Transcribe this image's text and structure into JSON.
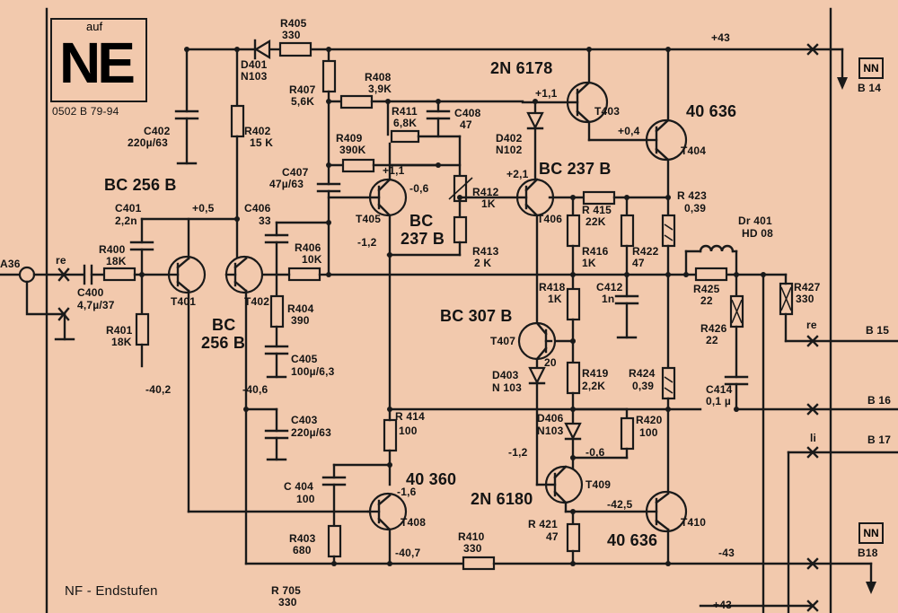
{
  "header": {
    "brand_main": "NE",
    "brand_sub": "auf",
    "doc_number": "0502 B 79-94",
    "section_title": "NF - Endstufen"
  },
  "connectors": [
    {
      "id": "b14",
      "box": "NN",
      "label": "B 14"
    },
    {
      "id": "b15",
      "label": "B 15"
    },
    {
      "id": "b16",
      "label": "B 16"
    },
    {
      "id": "b17",
      "label": "B 17"
    },
    {
      "id": "b18",
      "box": "NN",
      "label": "B18"
    },
    {
      "id": "a36",
      "label": "A36"
    }
  ],
  "rails": {
    "top_voltage": "+43",
    "bottom_voltage": "-43",
    "bottom_voltage_2": "+43",
    "re_label": "re",
    "re_label_2": "re",
    "li_label": "li"
  },
  "transistors": [
    {
      "ref": "T401",
      "type": "BC 256 B"
    },
    {
      "ref": "T402",
      "type_line1": "BC",
      "type_line2": "256 B"
    },
    {
      "ref": "T403",
      "type": "2N 6178"
    },
    {
      "ref": "T404",
      "type": "40 636"
    },
    {
      "ref": "T405",
      "type_line1": "BC",
      "type_line2": "237 B"
    },
    {
      "ref": "T406",
      "type": "BC 237 B"
    },
    {
      "ref": "T407",
      "type": "BC 307 B"
    },
    {
      "ref": "T408",
      "type": "40 360"
    },
    {
      "ref": "T409",
      "type": "2N 6180"
    },
    {
      "ref": "T410",
      "type": "40 636"
    }
  ],
  "components": {
    "r405": {
      "ref": "R405",
      "value": "330"
    },
    "d401": {
      "ref": "D401",
      "value": "N103"
    },
    "c402": {
      "ref": "C402",
      "value": "220µ/63"
    },
    "r402": {
      "ref": "R402",
      "value": "15 K"
    },
    "r407": {
      "ref": "R407",
      "value": "5,6K"
    },
    "r408": {
      "ref": "R408",
      "value": "3,9K"
    },
    "r411": {
      "ref": "R411",
      "value": "6,8K"
    },
    "c408": {
      "ref": "C408",
      "value": "47"
    },
    "r409": {
      "ref": "R409",
      "value": "390K"
    },
    "c407": {
      "ref": "C407",
      "value": "47µ/63"
    },
    "c401": {
      "ref": "C401",
      "value": "2,2n"
    },
    "c406": {
      "ref": "C406",
      "value": "33"
    },
    "r412": {
      "ref": "R412",
      "value": "1K"
    },
    "r413": {
      "ref": "R413",
      "value": "2 K"
    },
    "r406": {
      "ref": "R406",
      "value": "10K"
    },
    "r400": {
      "ref": "R400",
      "value": "18K"
    },
    "c400": {
      "ref": "C400",
      "value": "4,7µ/37"
    },
    "r401": {
      "ref": "R401",
      "value": "18K"
    },
    "r404": {
      "ref": "R404",
      "value": "390"
    },
    "c405": {
      "ref": "C405",
      "value": "100µ/6,3"
    },
    "c403": {
      "ref": "C403",
      "value": "220µ/63"
    },
    "r414": {
      "ref": "R 414",
      "value": "100"
    },
    "c404": {
      "ref": "C 404",
      "value": "100"
    },
    "r403": {
      "ref": "R403",
      "value": "680"
    },
    "r410": {
      "ref": "R410",
      "value": "330"
    },
    "d402": {
      "ref": "D402",
      "value": "N102"
    },
    "r415": {
      "ref": "R 415",
      "value": "22K"
    },
    "r416": {
      "ref": "R416",
      "value": "1K"
    },
    "r422": {
      "ref": "R422",
      "value": "47"
    },
    "r423": {
      "ref": "R 423",
      "value": "0,39"
    },
    "r418": {
      "ref": "R418",
      "value": "1K"
    },
    "c412": {
      "ref": "C412",
      "value": "1n"
    },
    "d403": {
      "ref": "D403",
      "value": "N 103"
    },
    "r419": {
      "ref": "R419",
      "value": "2,2K"
    },
    "r424": {
      "ref": "R424",
      "value": "0,39"
    },
    "d406": {
      "ref": "D406",
      "value": "N103"
    },
    "r420": {
      "ref": "R420",
      "value": "100"
    },
    "r421": {
      "ref": "R 421",
      "value": "47"
    },
    "dr401": {
      "ref": "Dr 401",
      "value": "HD 08"
    },
    "r425": {
      "ref": "R425",
      "value": "22"
    },
    "r426": {
      "ref": "R426",
      "value": "22"
    },
    "r427": {
      "ref": "R427",
      "value": "330"
    },
    "c414": {
      "ref": "C414",
      "value": "0,1 µ"
    },
    "r705": {
      "ref": "R 705",
      "value": "330"
    }
  },
  "voltages": {
    "v_plus05": "+0,5",
    "v_plus11a": "+1,1",
    "v_plus11b": "+1,1",
    "v_plus04": "+0,4",
    "v_plus21": "+2,1",
    "v_minus06a": "-0,6",
    "v_minus12a": "-1,2",
    "v_minus402": "-40,2",
    "v_minus406": "-40,6",
    "v_20": "20",
    "v_minus12b": "-1,2",
    "v_minus06b": "-0,6",
    "v_minus16": "-1,6",
    "v_minus407": "-40,7",
    "v_minus425": "-42,5"
  }
}
